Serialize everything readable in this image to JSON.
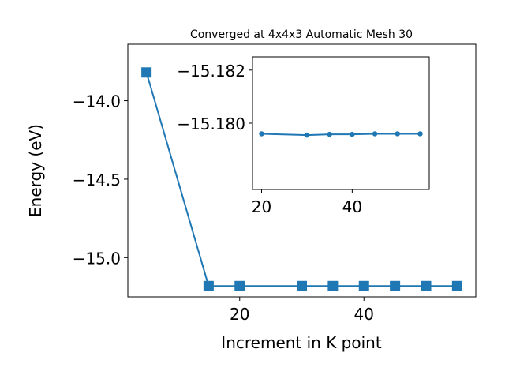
{
  "chart_data": [
    {
      "type": "line",
      "title": "Converged at 4x4x3 Automatic Mesh 30",
      "xlabel": "Increment in K point",
      "ylabel": "Energy (eV)",
      "xlim": [
        2,
        58
      ],
      "ylim": [
        -15.25,
        -13.64
      ],
      "x_ticks": [
        20,
        40
      ],
      "y_ticks": [
        -14.0,
        -14.5,
        -15.0
      ],
      "y_tick_labels": [
        "−14.0",
        "−14.5",
        "−15.0"
      ],
      "grid": false,
      "series": [
        {
          "marker": "square",
          "color": "#1f77b4",
          "x": [
            5,
            15,
            20,
            30,
            35,
            40,
            45,
            50,
            55
          ],
          "y": [
            -13.82,
            -15.181,
            -15.181,
            -15.181,
            -15.181,
            -15.181,
            -15.181,
            -15.181,
            -15.181
          ]
        }
      ]
    },
    {
      "type": "line",
      "inset": true,
      "xlim": [
        18,
        57
      ],
      "ylim": [
        -15.1775,
        -15.1825
      ],
      "x_ticks": [
        20,
        40
      ],
      "y_ticks": [
        -15.182,
        -15.18
      ],
      "y_tick_labels": [
        "−15.182",
        "−15.180"
      ],
      "grid": false,
      "series": [
        {
          "marker": "circle",
          "color": "#1f77b4",
          "x": [
            20,
            30,
            35,
            40,
            45,
            50,
            55
          ],
          "y": [
            -15.1796,
            -15.17955,
            -15.17958,
            -15.17958,
            -15.1796,
            -15.1796,
            -15.1796
          ]
        }
      ]
    }
  ]
}
